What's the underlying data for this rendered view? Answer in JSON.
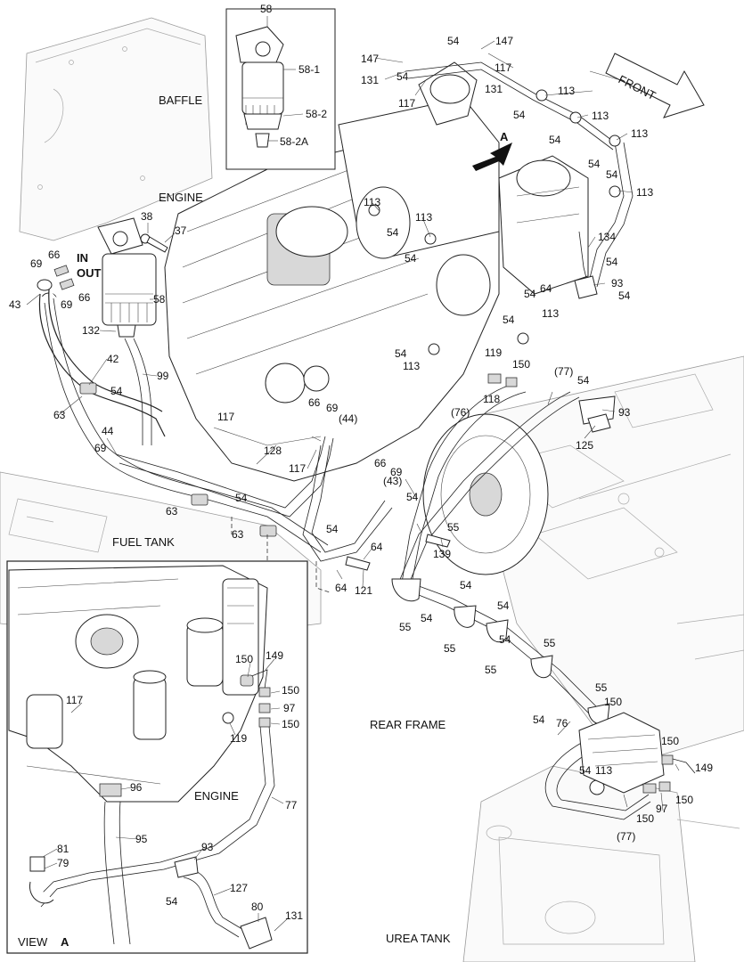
{
  "region_labels": {
    "baffle": "BAFFLE",
    "engine": "ENGINE",
    "fuel_tank": "FUEL TANK",
    "rear_frame": "REAR FRAME",
    "urea_tank": "UREA TANK",
    "engine_inset": "ENGINE",
    "front": "FRONT",
    "view": "VIEW",
    "view_letter": "A",
    "view_arrow": "A",
    "in": "IN",
    "out": "OUT"
  },
  "filter_box": {
    "title": "58",
    "callouts": [
      "58-1",
      "58-2",
      "58-2A"
    ]
  },
  "callouts_top": [
    "54",
    "147",
    "147",
    "117",
    "131",
    "131",
    "117",
    "113",
    "113",
    "113",
    "113",
    "54",
    "54",
    "54",
    "54",
    "54"
  ],
  "callouts_main": [
    "38",
    "37",
    "66",
    "69",
    "66",
    "69",
    "43",
    "58",
    "132",
    "42",
    "54",
    "99",
    "63",
    "44",
    "69",
    "113",
    "54",
    "113",
    "54",
    "134",
    "54",
    "93",
    "54",
    "64",
    "54",
    "113",
    "54",
    "54",
    "113",
    "119",
    "150",
    "118",
    "(77)",
    "54",
    "93",
    "125",
    "(76)",
    "117",
    "66",
    "69",
    "(44)",
    "128",
    "117",
    "66",
    "69",
    "(43)",
    "54",
    "55",
    "63",
    "54",
    "63",
    "54",
    "64",
    "64",
    "121",
    "139",
    "54",
    "55",
    "54",
    "54",
    "55",
    "55",
    "54",
    "55",
    "54",
    "55",
    "150",
    "76",
    "150",
    "149",
    "54",
    "113",
    "97",
    "150",
    "150",
    "(77)"
  ],
  "callouts_inset": [
    "150",
    "149",
    "150",
    "97",
    "150",
    "119",
    "117",
    "96",
    "77",
    "95",
    "81",
    "79",
    "93",
    "54",
    "127",
    "80",
    "131"
  ]
}
